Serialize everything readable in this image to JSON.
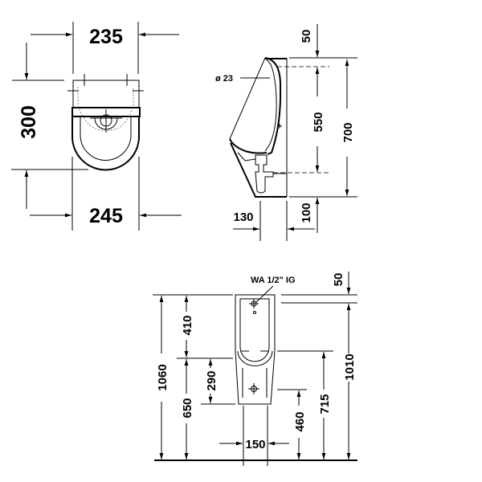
{
  "top_view": {
    "width_top": "235",
    "depth": "300",
    "width_bottom": "245"
  },
  "side_view": {
    "diameter": "ø 23",
    "top_offset": "50",
    "inlet_to_outlet": "550",
    "height": "700",
    "bottom_offset": "100",
    "projection": "130"
  },
  "front_view": {
    "water_inlet": "WA  1/2\" IG",
    "top_offset": "50",
    "total_height": "1060",
    "upper": "410",
    "lower": "650",
    "mid": "290",
    "base_width": "150",
    "outlet_height": "460",
    "rim_height": "715",
    "inlet_height": "1010"
  }
}
